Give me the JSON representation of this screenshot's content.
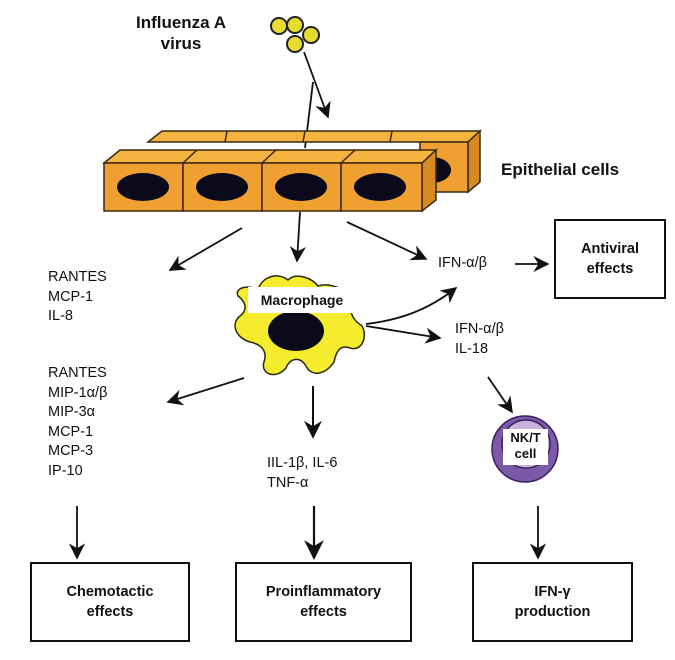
{
  "virus": {
    "label_line1": "Influenza A",
    "label_line2": "virus"
  },
  "epithelium": {
    "label": "Epithelial cells"
  },
  "macrophage": {
    "label": "Macrophage"
  },
  "nkt_cell": {
    "label_line1": "NK/T",
    "label_line2": "cell"
  },
  "cytokines": {
    "epithelial_chemokines": [
      "RANTES",
      "MCP-1",
      "IL-8"
    ],
    "macrophage_chemokines": [
      "RANTES",
      "MIP-1α/β",
      "MIP-3α",
      "MCP-1",
      "MCP-3",
      "IP-10"
    ],
    "proinflammatory": [
      "IIL-1β, IL-6",
      "TNF-α"
    ],
    "epithelial_ifn": "IFN-α/β",
    "macrophage_ifn": [
      "IFN-α/β",
      "IL-18"
    ]
  },
  "effects": {
    "antiviral": {
      "line1": "Antiviral",
      "line2": "effects"
    },
    "chemotactic": {
      "line1": "Chemotactic",
      "line2": "effects"
    },
    "proinflammatory": {
      "line1": "Proinflammatory",
      "line2": "effects"
    },
    "ifn_gamma": {
      "line1": "IFN-γ",
      "line2": "production"
    }
  },
  "colors": {
    "cell_orange": "#f0a030",
    "cell_top": "#f5b440",
    "nucleus": "#0a0a1a",
    "virion_yellow": "#e8dc30",
    "macrophage_yellow": "#f4ec2c",
    "nk_outer": "#7c5aa8",
    "nk_inner": "#c9b3dc"
  }
}
